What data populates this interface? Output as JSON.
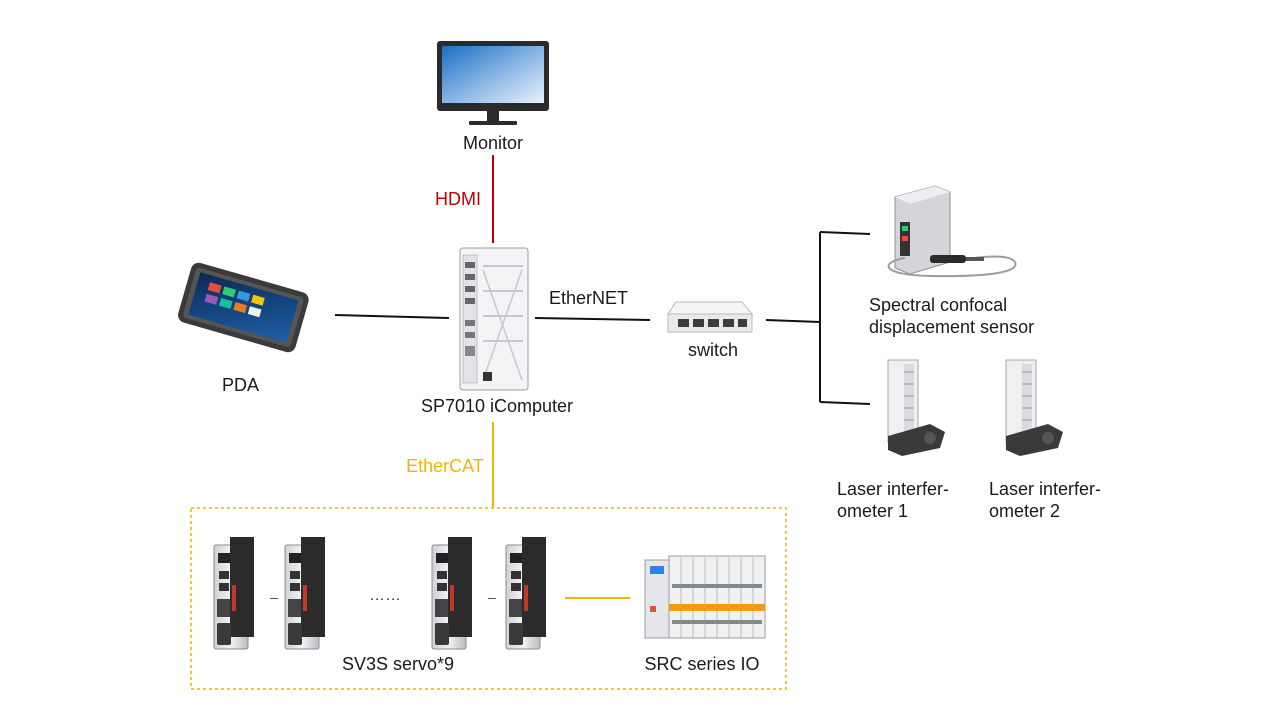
{
  "nodes": {
    "monitor": "Monitor",
    "pda": "PDA",
    "icomputer": "SP7010 iComputer",
    "switch": "switch",
    "sensor": [
      "Spectral confocal",
      "displacement sensor"
    ],
    "laser1": [
      "Laser interfer-",
      "ometer 1"
    ],
    "laser2": [
      "Laser interfer-",
      "ometer 2"
    ],
    "servo": "SV3S servo*9",
    "io": "SRC series IO"
  },
  "links": {
    "hdmi": "HDMI",
    "ethernet": "EtherNET",
    "ethercat": "EtherCAT",
    "servo_sep_1": "–",
    "servo_sep_2": "–",
    "ellipsis": "……"
  },
  "colors": {
    "hdmi": "#c00000",
    "ethercat": "#f4b400",
    "ethernet": "#111111"
  }
}
